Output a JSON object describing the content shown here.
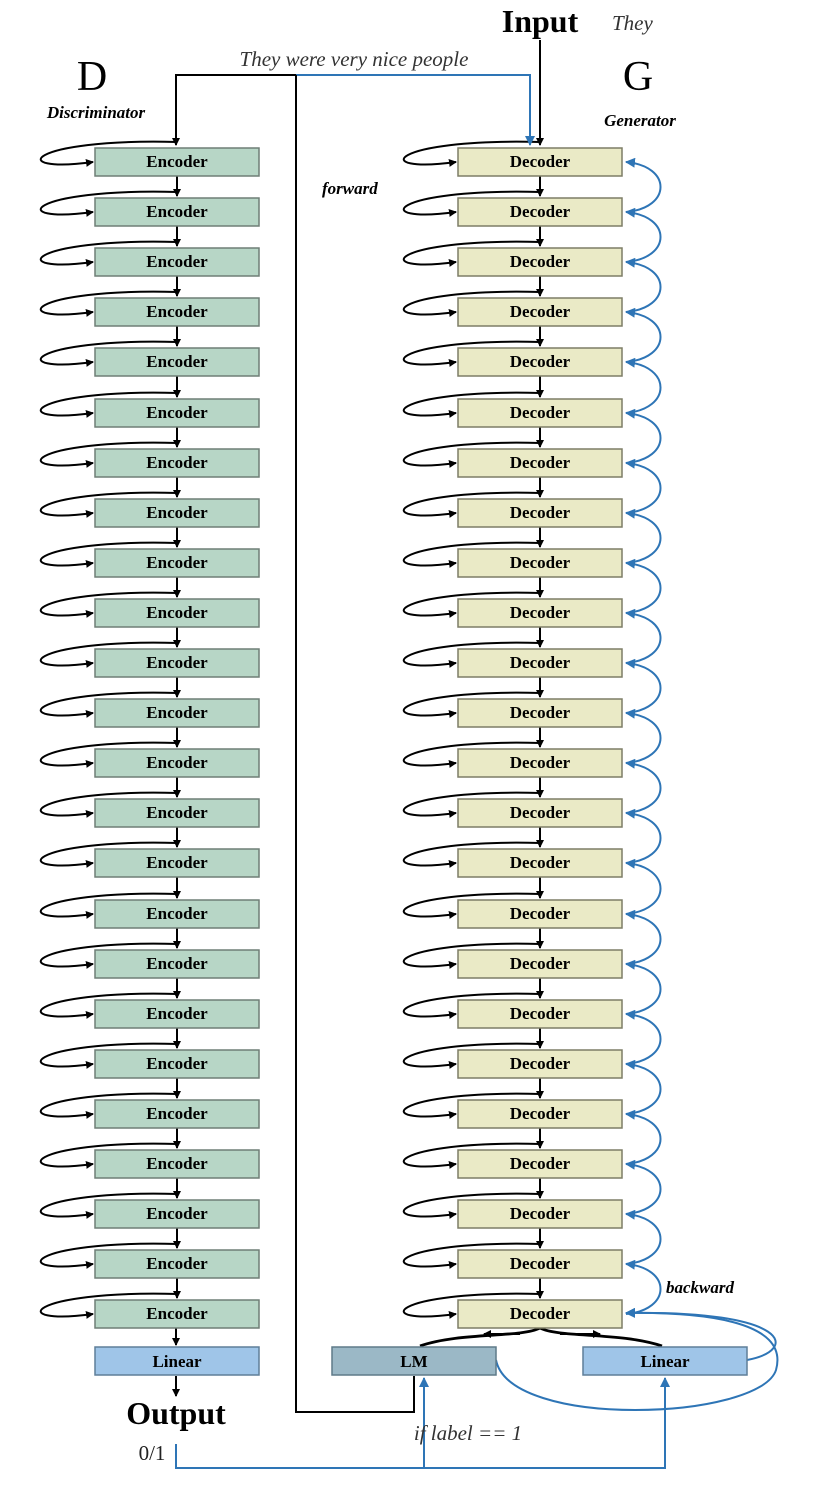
{
  "discriminator": {
    "letter": "D",
    "label": "Discriminator",
    "encoder_label": "Encoder",
    "encoder_count": 24,
    "linear_label": "Linear",
    "output_label": "Output",
    "output_value": "0/1"
  },
  "generator": {
    "letter": "G",
    "label": "Generator",
    "decoder_label": "Decoder",
    "decoder_count": 24,
    "lm_label": "LM",
    "linear_label": "Linear",
    "input_label": "Input",
    "input_token": "They"
  },
  "annotations": {
    "sentence": "They were very nice people",
    "forward": "forward",
    "backward": "backward",
    "condition": "if label == 1"
  },
  "colors": {
    "encoder": "#b7d6c6",
    "decoder": "#eaeac6",
    "linear": "#9fc5e8",
    "lm": "#9bb8c6",
    "blue_arrow": "#2e75b6"
  }
}
